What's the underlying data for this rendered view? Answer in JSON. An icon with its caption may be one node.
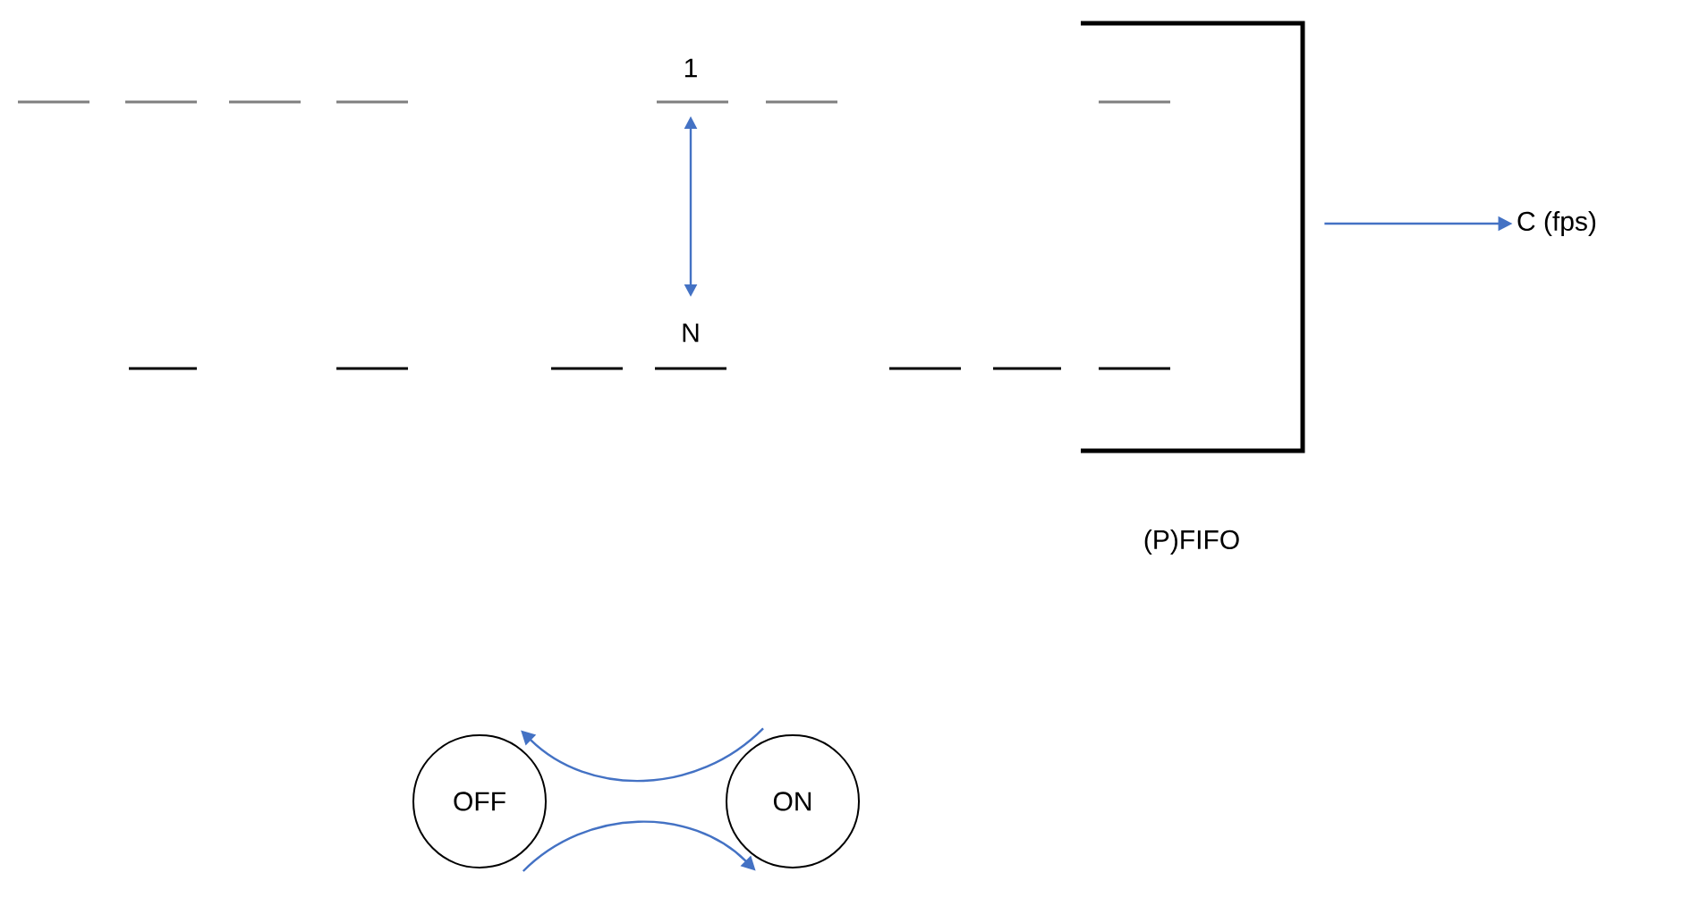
{
  "diagram": {
    "nodes": [
      {
        "text": [],
        "shape": "box",
        "beside": [
          "(P)FIFO"
        ]
      },
      {
        "text": [
          "C (fps)"
        ]
      },
      {
        "text": [
          "OFF"
        ]
      },
      {
        "text": [
          "ON"
        ]
      }
    ],
    "edges": [
      {
        "from": 0,
        "to": 1,
        "arrow": "to"
      },
      {
        "from": 3,
        "to": 2,
        "arrow": "to"
      },
      {
        "from": 2,
        "to": 3,
        "arrow": "to"
      }
    ],
    "labels": [
      "1",
      "N"
    ]
  }
}
